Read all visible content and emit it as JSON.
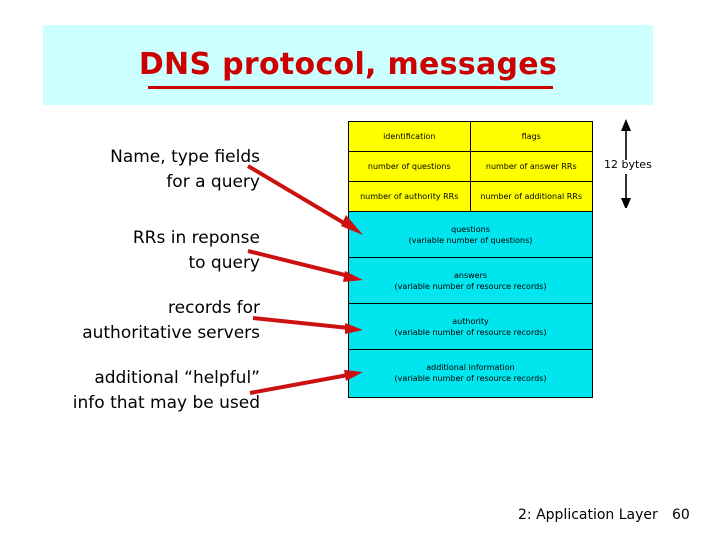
{
  "slide": {
    "title": "DNS protocol, messages",
    "title_color": "#cc0000",
    "banner_color": "#ccffff"
  },
  "annotations": {
    "query_fields": "Name, type fields\nfor a query",
    "rrs_response": "RRs in reponse\nto query",
    "authority_records": "records for\nauthoritative servers",
    "additional_info": "additional “helpful”\ninfo that may be used"
  },
  "diagram": {
    "header_color": "#ffff00",
    "body_color": "#00e5ee",
    "header_rows": [
      {
        "left": "identification",
        "right": "flags"
      },
      {
        "left": "number of questions",
        "right": "number of answer RRs"
      },
      {
        "left": "number of authority RRs",
        "right": "number of additional RRs"
      }
    ],
    "body_rows": [
      {
        "title": "questions",
        "subtitle": "(variable number of questions)"
      },
      {
        "title": "answers",
        "subtitle": "(variable number of resource records)"
      },
      {
        "title": "authority",
        "subtitle": "(variable number of resource records)"
      },
      {
        "title": "additional information",
        "subtitle": "(variable number of resource records)"
      }
    ],
    "size_annotation": "12 bytes"
  },
  "footer": {
    "section": "2: Application Layer",
    "page": "60"
  }
}
